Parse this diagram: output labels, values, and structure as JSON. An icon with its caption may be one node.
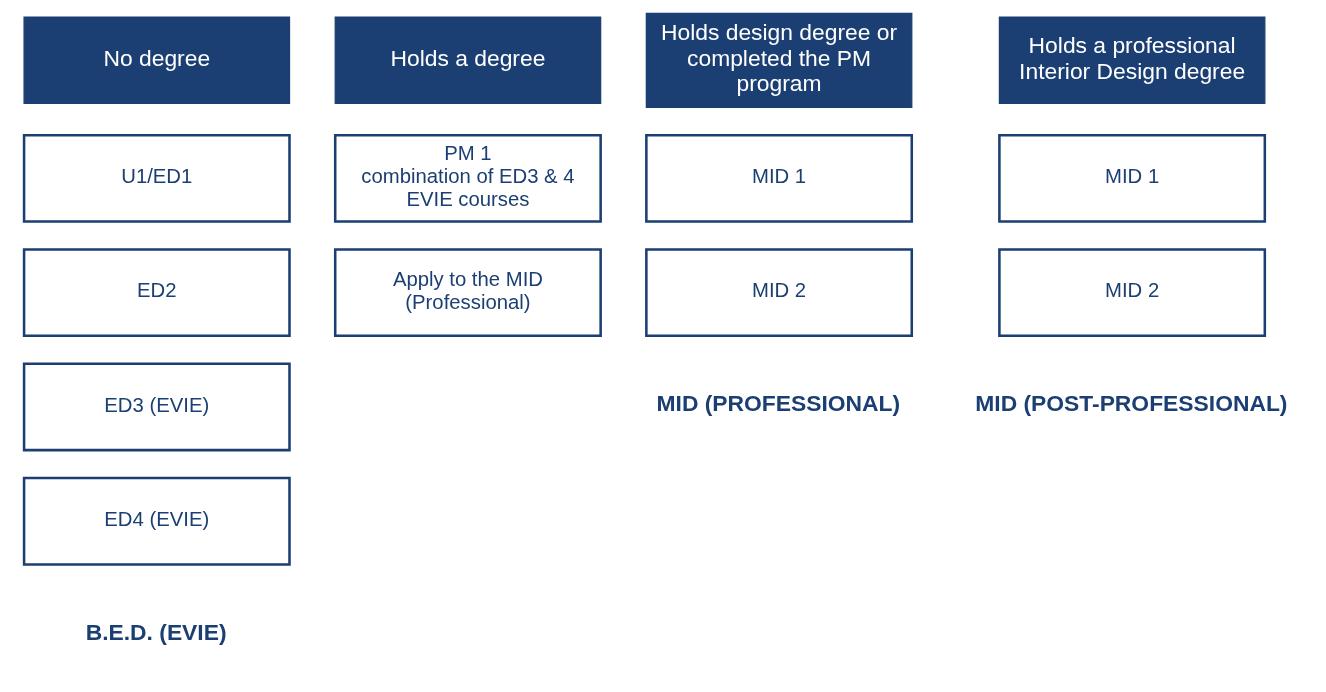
{
  "diagram": {
    "nodes": [
      {
        "text": [
          "No degree"
        ]
      },
      {
        "text": [
          "Holds a degree"
        ]
      },
      {
        "text": [
          "Holds design degree or completed the PM program"
        ]
      },
      {
        "text": [
          "Holds a professional Interior Design degree"
        ]
      },
      {
        "text": [
          "U1/ED1"
        ]
      },
      {
        "text": [
          "ED2"
        ]
      },
      {
        "text": [
          "ED3 (EVIE)"
        ]
      },
      {
        "text": [
          "ED4 (EVIE)"
        ]
      },
      {
        "text": [
          "PM 1",
          "combination of ED3 & 4 EVIE courses"
        ]
      },
      {
        "text": [
          "Apply to the MID (Professional)"
        ]
      },
      {
        "text": [
          "MID 1"
        ]
      },
      {
        "text": [
          "MID 2"
        ]
      },
      {
        "text": [
          "MID 1"
        ]
      },
      {
        "text": [
          "MID 2"
        ]
      }
    ],
    "edges": [],
    "labels": [
      "B.E.D. (EVIE)",
      "MID (PROFESSIONAL)",
      "MID (POST-PROFESSIONAL)"
    ]
  }
}
